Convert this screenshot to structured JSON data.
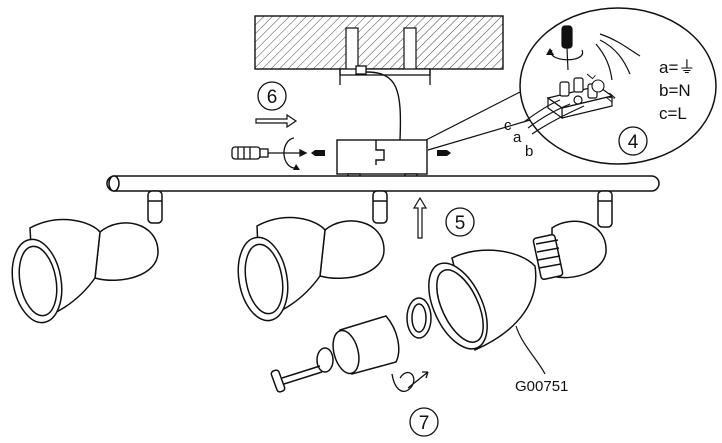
{
  "steps": [
    {
      "id": "step-4",
      "number": "4"
    },
    {
      "id": "step-5",
      "number": "5"
    },
    {
      "id": "step-6",
      "number": "6"
    },
    {
      "id": "step-7",
      "number": "7"
    }
  ],
  "legend": {
    "a": "a=⏚",
    "b": "b=N",
    "c": "c=L"
  },
  "wire_letters": {
    "c": "c",
    "a": "a",
    "b": "b"
  },
  "terminal_letters": {
    "l": "L",
    "n": "N"
  },
  "product_code": "G00751",
  "colors": {
    "line": "#111111",
    "hatch": "#444444",
    "background": "#ffffff"
  }
}
